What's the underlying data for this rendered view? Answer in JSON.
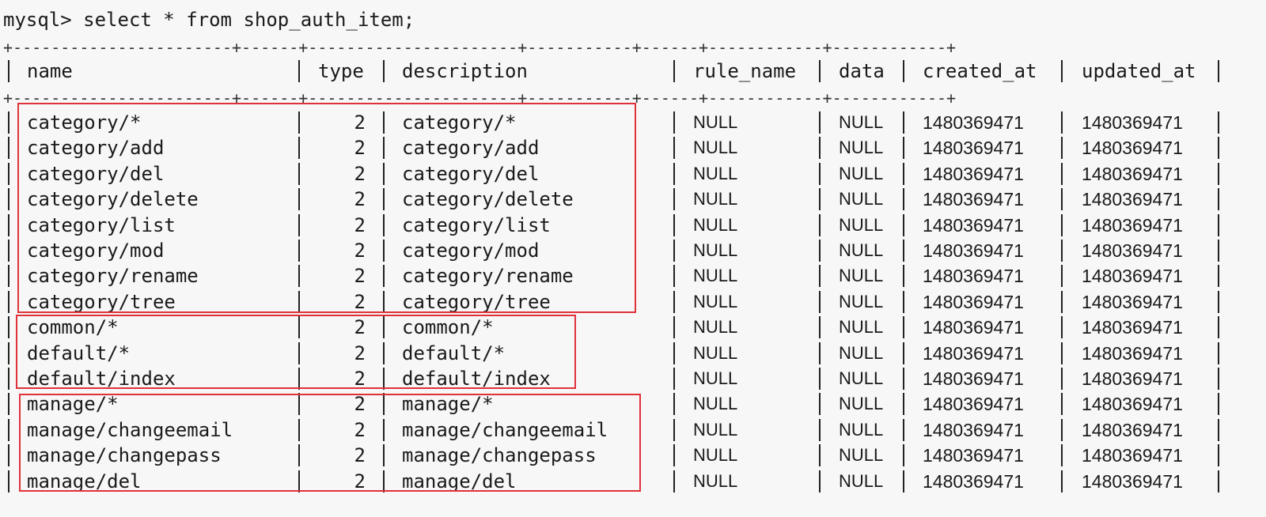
{
  "terminal": {
    "prompt": "mysql> ",
    "command": "select * from shop_auth_item;",
    "separator": "+-----------------------+------+----------------------+-----------+------+------------+------------+"
  },
  "table": {
    "columns": [
      "name",
      "type",
      "description",
      "rule_name",
      "data",
      "created_at",
      "updated_at"
    ],
    "rows": [
      [
        "category/*",
        "2",
        "category/*",
        "NULL",
        "NULL",
        "1480369471",
        "1480369471"
      ],
      [
        "category/add",
        "2",
        "category/add",
        "NULL",
        "NULL",
        "1480369471",
        "1480369471"
      ],
      [
        "category/del",
        "2",
        "category/del",
        "NULL",
        "NULL",
        "1480369471",
        "1480369471"
      ],
      [
        "category/delete",
        "2",
        "category/delete",
        "NULL",
        "NULL",
        "1480369471",
        "1480369471"
      ],
      [
        "category/list",
        "2",
        "category/list",
        "NULL",
        "NULL",
        "1480369471",
        "1480369471"
      ],
      [
        "category/mod",
        "2",
        "category/mod",
        "NULL",
        "NULL",
        "1480369471",
        "1480369471"
      ],
      [
        "category/rename",
        "2",
        "category/rename",
        "NULL",
        "NULL",
        "1480369471",
        "1480369471"
      ],
      [
        "category/tree",
        "2",
        "category/tree",
        "NULL",
        "NULL",
        "1480369471",
        "1480369471"
      ],
      [
        "common/*",
        "2",
        "common/*",
        "NULL",
        "NULL",
        "1480369471",
        "1480369471"
      ],
      [
        "default/*",
        "2",
        "default/*",
        "NULL",
        "NULL",
        "1480369471",
        "1480369471"
      ],
      [
        "default/index",
        "2",
        "default/index",
        "NULL",
        "NULL",
        "1480369471",
        "1480369471"
      ],
      [
        "manage/*",
        "2",
        "manage/*",
        "NULL",
        "NULL",
        "1480369471",
        "1480369471"
      ],
      [
        "manage/changeemail",
        "2",
        "manage/changeemail",
        "NULL",
        "NULL",
        "1480369471",
        "1480369471"
      ],
      [
        "manage/changepass",
        "2",
        "manage/changepass",
        "NULL",
        "NULL",
        "1480369471",
        "1480369471"
      ],
      [
        "manage/del",
        "2",
        "manage/del",
        "NULL",
        "NULL",
        "1480369471",
        "1480369471"
      ]
    ]
  },
  "highlight_color": "#e0313a"
}
